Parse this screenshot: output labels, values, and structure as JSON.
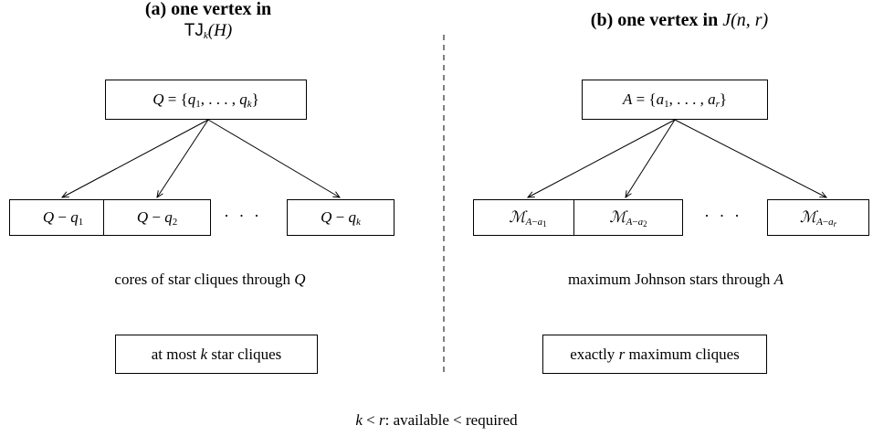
{
  "left": {
    "title_line1": "(a) one vertex in",
    "title_tj": "TJ",
    "title_k": "k",
    "title_h": "(H)",
    "root": {
      "q": "Q",
      "eq": " = {",
      "q1": "q",
      "s1": "1",
      "dots": ", . . . , ",
      "qk": "q",
      "sk": "k",
      "close": "}"
    },
    "children": [
      {
        "q": "Q",
        "minus": " − ",
        "var": "q",
        "sub": "1"
      },
      {
        "q": "Q",
        "minus": " − ",
        "var": "q",
        "sub": "2"
      },
      {
        "q": "Q",
        "minus": " − ",
        "var": "q",
        "sub": "k"
      }
    ],
    "child_dots": "· · ·",
    "caption_text": "cores of star cliques through ",
    "caption_var": "Q",
    "bottom_pre": "at most ",
    "bottom_var": "k",
    "bottom_post": " star cliques"
  },
  "right": {
    "title_text": "(b) one vertex in ",
    "title_j": "J",
    "title_args": "(n, r)",
    "root": {
      "a": "A",
      "eq": " = {",
      "a1": "a",
      "s1": "1",
      "dots": ", . . . , ",
      "ar": "a",
      "sr": "r",
      "close": "}"
    },
    "children": [
      {
        "m": "ℳ",
        "sub_a": "A",
        "sub_minus": "−",
        "sub_var": "a",
        "sub_sub": "1"
      },
      {
        "m": "ℳ",
        "sub_a": "A",
        "sub_minus": "−",
        "sub_var": "a",
        "sub_sub": "2"
      },
      {
        "m": "ℳ",
        "sub_a": "A",
        "sub_minus": "−",
        "sub_var": "a",
        "sub_sub": "r"
      }
    ],
    "child_dots": "· · ·",
    "caption_text": "maximum Johnson stars through ",
    "caption_var": "A",
    "bottom_pre": "exactly ",
    "bottom_var": "r",
    "bottom_post": " maximum cliques"
  },
  "footer": {
    "k": "k",
    "lt1": " < ",
    "r": "r",
    "colon": ": available < required"
  }
}
